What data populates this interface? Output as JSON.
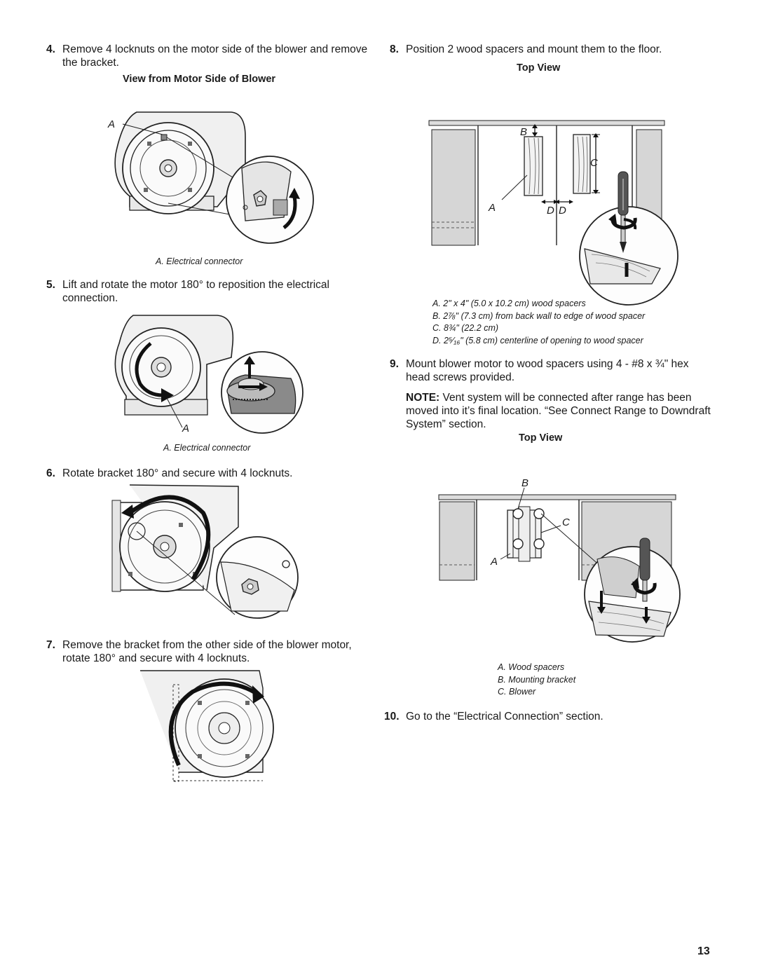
{
  "left": {
    "step4": {
      "num": "4.",
      "text": "Remove 4 locknuts on the motor side of the blower and remove the bracket."
    },
    "fig1": {
      "heading": "View from Motor Side of Blower",
      "label_a": "A",
      "caption": "A. Electrical connector"
    },
    "step5": {
      "num": "5.",
      "text": "Lift and rotate the motor 180° to reposition the electrical connection."
    },
    "fig2": {
      "label_a": "A",
      "caption": "A. Electrical connector"
    },
    "step6": {
      "num": "6.",
      "text": "Rotate bracket 180° and secure with 4 locknuts."
    },
    "step7": {
      "num": "7.",
      "text": "Remove the bracket from the other side of the blower motor, rotate 180° and secure with 4 locknuts."
    }
  },
  "right": {
    "step8": {
      "num": "8.",
      "text": "Position 2 wood spacers and mount them to the floor."
    },
    "fig3": {
      "heading": "Top View",
      "labels": {
        "a": "A",
        "b": "B",
        "c": "C",
        "d1": "D",
        "d2": "D"
      },
      "captions": [
        "A. 2\" x 4\" (5.0 x 10.2 cm) wood spacers",
        "B. 2⅞\" (7.3 cm) from back wall to edge of wood spacer",
        "C. 8¾\" (22.2 cm)",
        "D. 2⁵⁄₁₆\" (5.8 cm) centerline of opening to wood spacer"
      ]
    },
    "step9": {
      "num": "9.",
      "text": "Mount blower motor to wood spacers using 4 - #8 x ¾\" hex head screws provided.",
      "note_label": "NOTE:",
      "note_text": " Vent system will be connected after range has been moved into it’s final location. “See Connect Range to Downdraft System” section."
    },
    "fig4": {
      "heading": "Top View",
      "labels": {
        "a": "A",
        "b": "B",
        "c": "C"
      },
      "captions": [
        "A. Wood spacers",
        "B. Mounting bracket",
        "C. Blower"
      ]
    },
    "step10": {
      "num": "10.",
      "text": "Go to the “Electrical Connection” section."
    }
  },
  "page_number": "13"
}
